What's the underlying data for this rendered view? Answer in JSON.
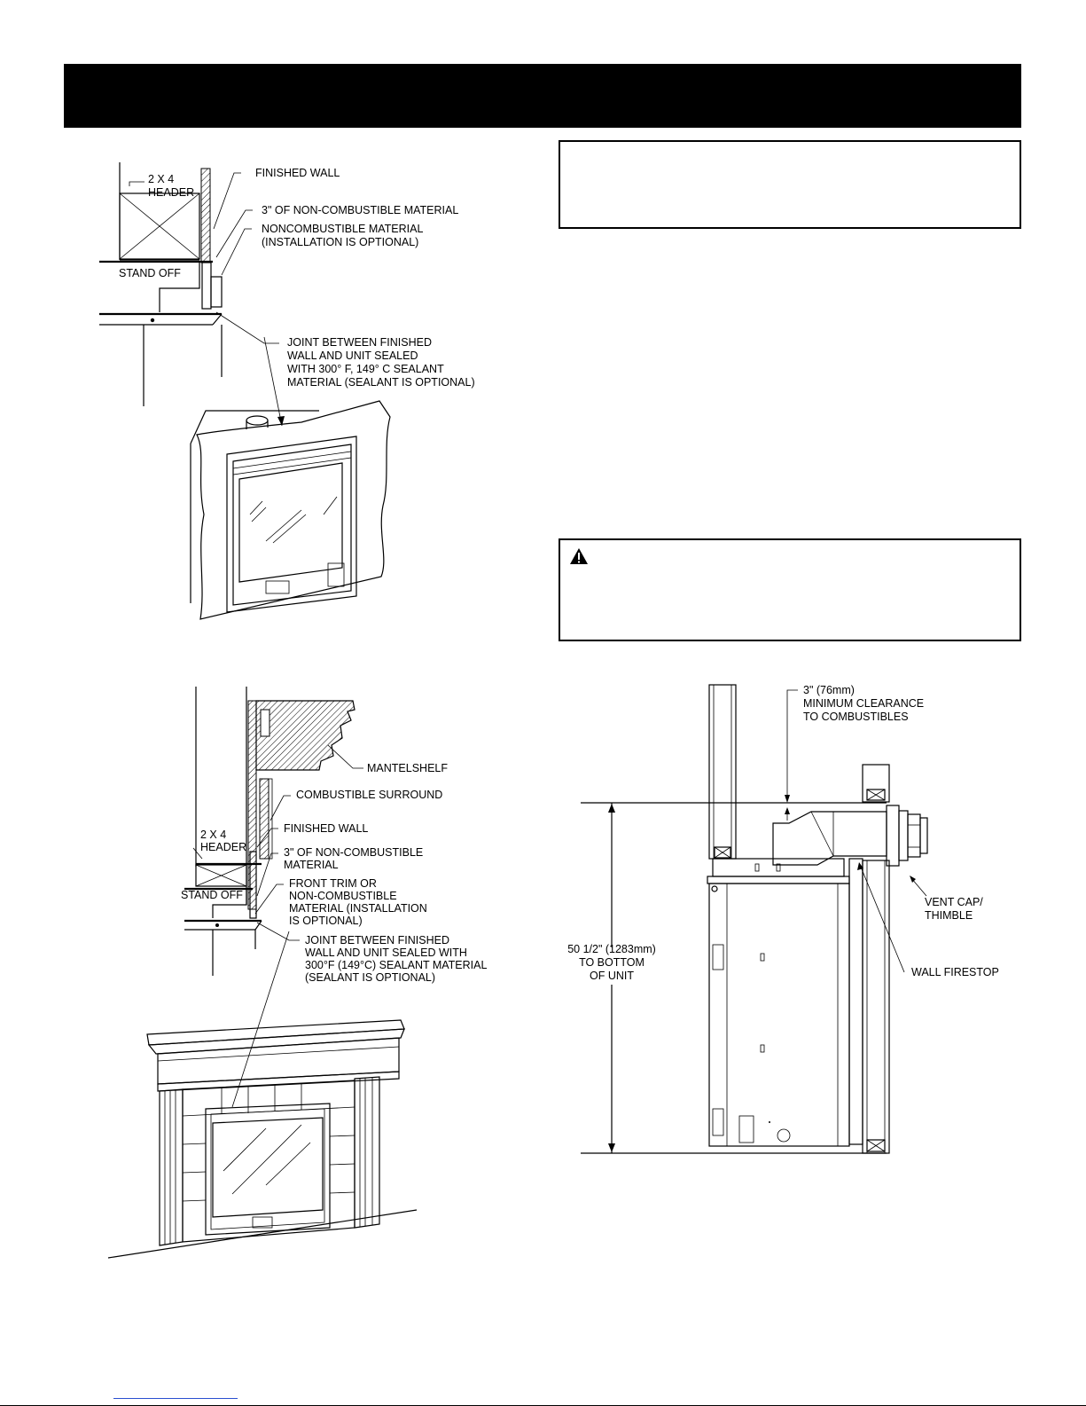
{
  "figure_top_left": {
    "labels": {
      "header": "2 X 4\nHEADER",
      "finished_wall": "FINISHED WALL",
      "non_combustible_3in": "3\" OF NON-COMBUSTIBLE MATERIAL",
      "noncombustible_optional_1": "NONCOMBUSTIBLE MATERIAL",
      "noncombustible_optional_2": "(INSTALLATION IS OPTIONAL)",
      "stand_off": "STAND OFF",
      "joint_1": "JOINT BETWEEN FINISHED",
      "joint_2": "WALL AND UNIT SEALED",
      "joint_3": "WITH 300° F, 149° C SEALANT",
      "joint_4": "MATERIAL (SEALANT IS OPTIONAL)"
    }
  },
  "figure_bottom_left": {
    "labels": {
      "mantelshelf": "MANTELSHELF",
      "combustible_surround": "COMBUSTIBLE SURROUND",
      "finished_wall": "FINISHED WALL",
      "header_1": "2 X 4",
      "header_2": "HEADER",
      "non_combustible_1": "3\" OF NON-COMBUSTIBLE",
      "non_combustible_2": "MATERIAL",
      "front_trim_1": "FRONT TRIM OR",
      "front_trim_2": "NON-COMBUSTIBLE",
      "front_trim_3": "MATERIAL (INSTALLATION",
      "front_trim_4": "IS OPTIONAL)",
      "stand_off": "STAND OFF",
      "joint_1": "JOINT BETWEEN FINISHED",
      "joint_2": "WALL AND UNIT SEALED WITH",
      "joint_3": "300°F (149°C) SEALANT MATERIAL",
      "joint_4": "(SEALANT IS OPTIONAL)"
    }
  },
  "figure_right": {
    "labels": {
      "clearance_1": "3\" (76mm)",
      "clearance_2": "MINIMUM CLEARANCE",
      "clearance_3": "TO COMBUSTIBLES",
      "vent_cap_1": "VENT CAP/",
      "vent_cap_2": "THIMBLE",
      "height_1": "50 1/2\" (1283mm)",
      "height_2": "TO BOTTOM",
      "height_3": "OF UNIT",
      "wall_firestop": "WALL FIRESTOP"
    }
  },
  "icons": {
    "warning": "warning-triangle-icon"
  }
}
